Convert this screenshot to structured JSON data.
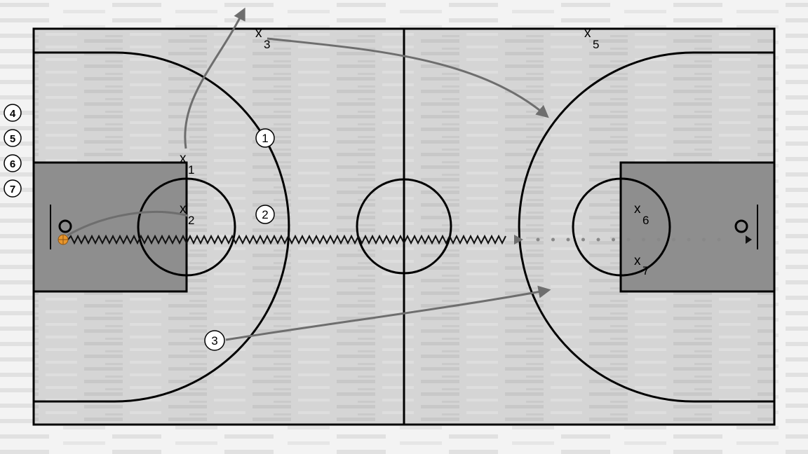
{
  "diagram": {
    "offense_players": [
      {
        "id": "1",
        "label": "1"
      },
      {
        "id": "2",
        "label": "2"
      },
      {
        "id": "3",
        "label": "3"
      }
    ],
    "bench_players": [
      {
        "id": "4",
        "label": "4"
      },
      {
        "id": "5",
        "label": "5"
      },
      {
        "id": "6",
        "label": "6"
      },
      {
        "id": "7",
        "label": "7"
      }
    ],
    "defenders": [
      {
        "id": "1",
        "mark": "x",
        "number": "1"
      },
      {
        "id": "2",
        "mark": "x",
        "number": "2"
      },
      {
        "id": "3",
        "mark": "x",
        "number": "3"
      },
      {
        "id": "5",
        "mark": "x",
        "number": "5"
      },
      {
        "id": "6",
        "mark": "x",
        "number": "6"
      },
      {
        "id": "7",
        "mark": "x",
        "number": "7"
      }
    ],
    "colors": {
      "court_floor": "#d4d4d4",
      "paint": "#8e8e8e",
      "lines": "#000000",
      "movement_arrow": "#7a7a7a",
      "pass_dots": "#888888",
      "ball": "#e8962c",
      "background_stripes": "#e2e2e2"
    },
    "icons": [
      "basketball-icon",
      "hoop-icon",
      "dribble-zigzag",
      "movement-arrow",
      "pass-dotted-line"
    ]
  }
}
